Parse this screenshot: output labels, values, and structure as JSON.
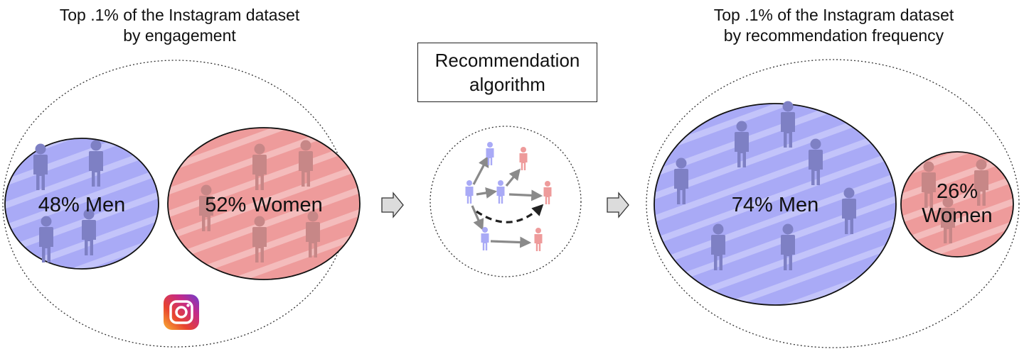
{
  "left_panel": {
    "caption_line1": "Top .1% of the Instagram dataset",
    "caption_line2": "by engagement",
    "men_label": "48% Men",
    "women_label": "52% Women",
    "men_share": 48,
    "women_share": 52,
    "logo_icon": "instagram-logo-icon"
  },
  "center": {
    "algo_line1": "Recommendation",
    "algo_line2": "algorithm"
  },
  "right_panel": {
    "caption_line1": "Top .1% of the Instagram dataset",
    "caption_line2": "by recommendation frequency",
    "men_label": "74% Men",
    "women_line1": "26%",
    "women_line2": "Women",
    "men_share": 74,
    "women_share": 26
  },
  "colors": {
    "men_fill": "#a9aaf6",
    "men_stripe": "#c3c4fa",
    "women_fill": "#ee9b9b",
    "women_stripe": "#f4bcbc",
    "men_person": "#7e80c4",
    "women_person": "#c78787",
    "arrow_gray": "#8a8a8a"
  }
}
